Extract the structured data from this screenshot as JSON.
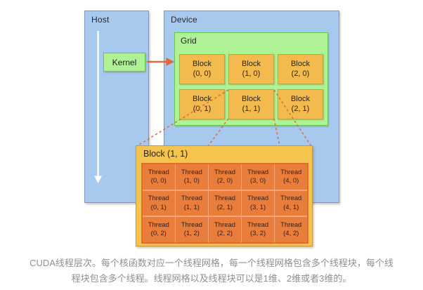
{
  "diagram": {
    "host_label": "Host",
    "device_label": "Device",
    "grid_label": "Grid",
    "kernel_label": "Kernel",
    "blocks": [
      {
        "name": "Block",
        "coord": "(0, 0)"
      },
      {
        "name": "Block",
        "coord": "(1, 0)"
      },
      {
        "name": "Block",
        "coord": "(2, 0)"
      },
      {
        "name": "Block",
        "coord": "(0, 1)"
      },
      {
        "name": "Block",
        "coord": "(1, 1)"
      },
      {
        "name": "Block",
        "coord": "(2, 1)"
      }
    ],
    "expanded_block_label": "Block (1, 1)",
    "threads": [
      {
        "name": "Thread",
        "coord": "(0, 0)"
      },
      {
        "name": "Thread",
        "coord": "(1, 0)"
      },
      {
        "name": "Thread",
        "coord": "(2, 0)"
      },
      {
        "name": "Thread",
        "coord": "(3, 0)"
      },
      {
        "name": "Thread",
        "coord": "(4, 0)"
      },
      {
        "name": "Thread",
        "coord": "(0, 1)"
      },
      {
        "name": "Thread",
        "coord": "(1, 1)"
      },
      {
        "name": "Thread",
        "coord": "(2, 1)"
      },
      {
        "name": "Thread",
        "coord": "(3, 1)"
      },
      {
        "name": "Thread",
        "coord": "(4, 1)"
      },
      {
        "name": "Thread",
        "coord": "(0, 2)"
      },
      {
        "name": "Thread",
        "coord": "(1, 2)"
      },
      {
        "name": "Thread",
        "coord": "(2, 2)"
      },
      {
        "name": "Thread",
        "coord": "(3, 2)"
      },
      {
        "name": "Thread",
        "coord": "(4, 2)"
      }
    ]
  },
  "caption": "CUDA线程层次。每个核函数对应一个线程网格，每一个线程网格包含多个线程块，每个线程块包含多个线程。线程网格以及线程块可以是1维、2维或者3维的。",
  "colors": {
    "panel_blue": "#a8c9ee",
    "panel_border": "#8494b2",
    "green_fill": "#aff296",
    "green_border": "#69c653",
    "block_gold": "#f3ba4e",
    "block_border": "#d29c40",
    "expanded_gold": "#f5c44f",
    "thread_orange": "#e97d3b",
    "thread_frame": "#e26d28",
    "thread_separator": "#f6a478",
    "arrow_orange": "#e0683b",
    "host_flow_arrow": "#ffffff",
    "caption_gray": "#8f8f8f",
    "text_dark": "#26262a"
  }
}
